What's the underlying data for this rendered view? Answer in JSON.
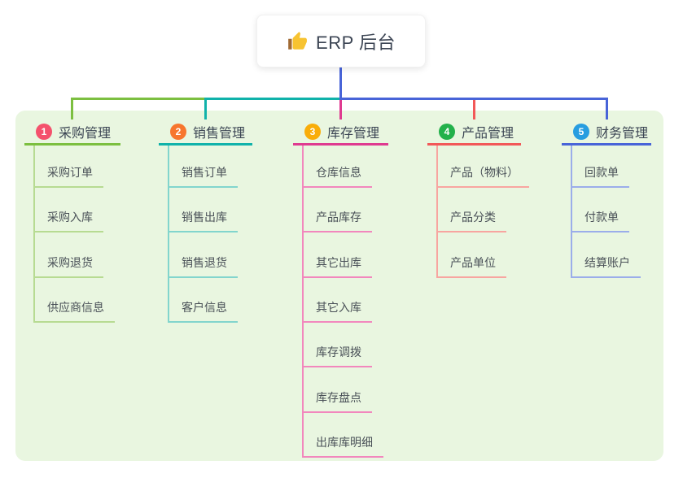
{
  "root": {
    "title": "ERP 后台",
    "icon": "thumbs-up-icon"
  },
  "colors": {
    "panel_bg": "#e9f6e0",
    "root_connector": "#4864d8",
    "card_text": "#3b4453",
    "thumb_yellow": "#f7c331",
    "thumb_cuff": "#a06a33"
  },
  "branches": [
    {
      "index": "1",
      "title": "采购管理",
      "line_color": "#7cbf40",
      "child_line_color": "#b7db92",
      "badge_color": "#f4516c",
      "children": [
        "采购订单",
        "采购入库",
        "采购退货",
        "供应商信息"
      ]
    },
    {
      "index": "2",
      "title": "销售管理",
      "line_color": "#10b2aa",
      "child_line_color": "#82d5cd",
      "badge_color": "#f7762e",
      "children": [
        "销售订单",
        "销售出库",
        "销售退货",
        "客户信息"
      ]
    },
    {
      "index": "3",
      "title": "库存管理",
      "line_color": "#df3a90",
      "child_line_color": "#f287bd",
      "badge_color": "#f9ad09",
      "children": [
        "仓库信息",
        "产品库存",
        "其它出库",
        "其它入库",
        "库存调拨",
        "库存盘点",
        "出库库明细"
      ]
    },
    {
      "index": "4",
      "title": "产品管理",
      "line_color": "#f25858",
      "child_line_color": "#f8a5a0",
      "badge_color": "#23b14b",
      "children": [
        "产品（物料）",
        "产品分类",
        "产品单位"
      ]
    },
    {
      "index": "5",
      "title": "财务管理",
      "line_color": "#4864d8",
      "child_line_color": "#9badea",
      "badge_color": "#279de0",
      "children": [
        "回款单",
        "付款单",
        "结算账户"
      ]
    }
  ]
}
